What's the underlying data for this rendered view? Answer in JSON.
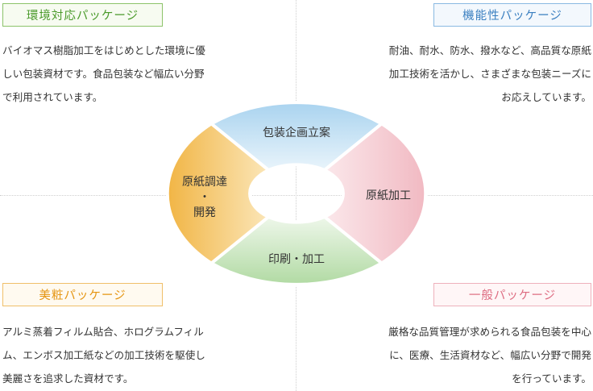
{
  "packages": {
    "eco": {
      "label": "環境対応パッケージ",
      "lines": [
        "バイオマス樹脂加工をはじめとした環境に優",
        "しい包装資材です。食品包装など幅広い分野",
        "で利用されています。"
      ]
    },
    "functional": {
      "label": "機能性パッケージ",
      "lines": [
        "耐油、耐水、防水、撥水など、高品質な原紙",
        "加工技術を活かし、さまざまな包装ニーズに",
        "お応えしています。"
      ]
    },
    "cosmetic": {
      "label": "美粧パッケージ",
      "lines": [
        "アルミ蒸着フィルム貼合、ホログラムフィル",
        "ム、エンボス加工紙などの加工技術を駆使し",
        "美麗さを追求した資材です。"
      ]
    },
    "general": {
      "label": "一般パッケージ",
      "lines": [
        "厳格な品質管理が求められる食品包装を中心",
        "に、医療、生活資材など、幅広い分野で開発",
        "を行っています。"
      ]
    }
  },
  "cycle": {
    "top": "包装企画立案",
    "right": "原紙加工",
    "bottom": "印刷・加工",
    "left": [
      "原紙調達",
      "・",
      "開発"
    ]
  },
  "colors": {
    "green": "#8cc36a",
    "blue": "#8ab9e2",
    "orange": "#f0bf6a",
    "pink": "#eeb1bc"
  }
}
